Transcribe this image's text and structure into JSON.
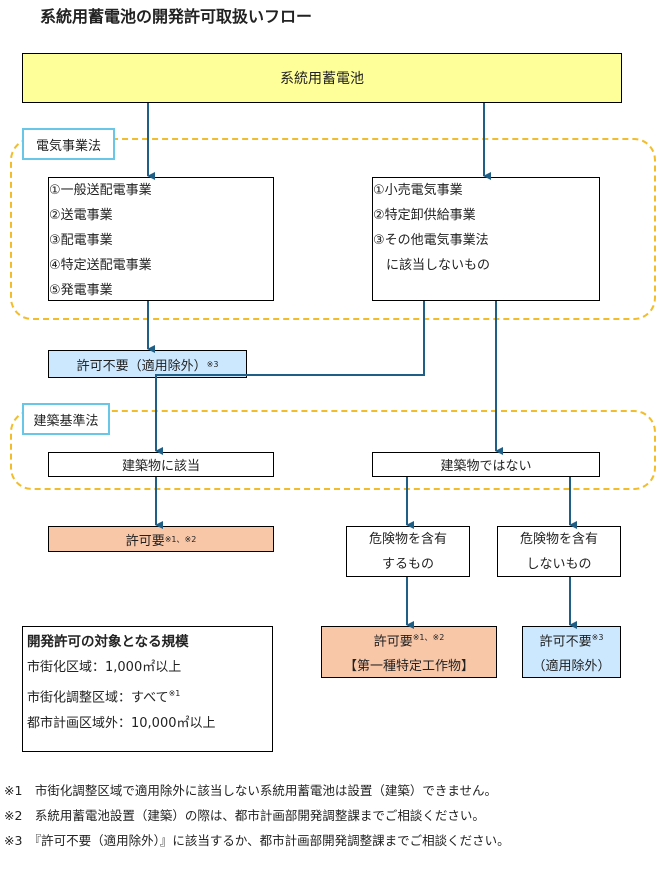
{
  "title": "系統用蓄電池の開発許可取扱いフロー",
  "root": "系統用蓄電池",
  "region1_label": "電気事業法",
  "region2_label": "建築基準法",
  "left_list": [
    "①一般送配電事業",
    "②送電事業",
    "③配電事業",
    "④特定送配電事業",
    "⑤発電事業"
  ],
  "right_list": [
    "①小売電気事業",
    "②特定卸供給事業",
    "③その他電気事業法",
    "　に該当しないもの"
  ],
  "exempt1": {
    "text": "許可不要（適用除外）",
    "note": "※3"
  },
  "building_yes": "建築物に該当",
  "building_no": "建築物ではない",
  "permit1": {
    "text": "許可要",
    "note": "※1、※2"
  },
  "hazard_yes": [
    "危険物を含有",
    "するもの"
  ],
  "hazard_no": [
    "危険物を含有",
    "しないもの"
  ],
  "permit2": {
    "text": "許可要",
    "note": "※1、※2",
    "sub": "【第一種特定工作物】"
  },
  "exempt2": {
    "text": "許可不要",
    "note": "※3",
    "sub": "（適用除外）"
  },
  "scale": {
    "heading": "開発許可の対象となる規模",
    "rows": [
      {
        "text": "市街化区域：1,000㎡以上",
        "note": ""
      },
      {
        "text": "市街化調整区域：すべて",
        "note": "※1"
      },
      {
        "text": "都市計画区域外：10,000㎡以上",
        "note": ""
      }
    ]
  },
  "footnotes": [
    "※1　市街化調整区域で適用除外に該当しない系統用蓄電池は設置（建築）できません。",
    "※2　系統用蓄電池設置（建築）の際は、都市計画部開発調整課までご相談ください。",
    "※3　『許可不要（適用除外）』に該当するか、都市計画部開発調整課までご相談ください。"
  ],
  "colors": {
    "root": "#ffff99",
    "permit": "#f8c7a8",
    "exempt": "#cce8ff",
    "dashed": "#f2bd2a",
    "arrow": "#1f5f86",
    "label_border": "#6ac6e6"
  }
}
